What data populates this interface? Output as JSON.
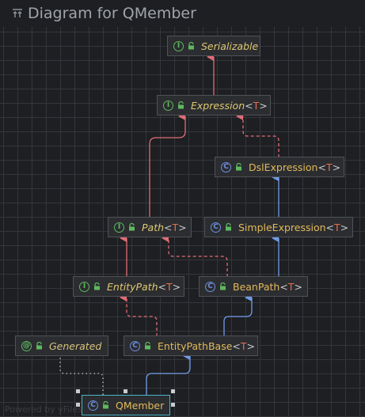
{
  "title": "Diagram for QMember",
  "footer": "Powered by yFiles",
  "colors": {
    "extends_interface": "#e06c75",
    "extends_class": "#6f9ce8",
    "annotation": "#a8abb0",
    "selected_border": "#4bb5c9"
  },
  "nodes": {
    "serializable": {
      "kind": "interface",
      "name": "Serializable"
    },
    "expression": {
      "kind": "interface",
      "name": "Expression",
      "type_param": "T"
    },
    "dsl_expression": {
      "kind": "class",
      "name": "DslExpression",
      "type_param": "T"
    },
    "path": {
      "kind": "interface",
      "name": "Path",
      "type_param": "T"
    },
    "simple_expression": {
      "kind": "class",
      "name": "SimpleExpression",
      "type_param": "T"
    },
    "entity_path": {
      "kind": "interface",
      "name": "EntityPath",
      "type_param": "T"
    },
    "bean_path": {
      "kind": "class",
      "name": "BeanPath",
      "type_param": "T"
    },
    "generated": {
      "kind": "annotation",
      "name": "Generated"
    },
    "entity_path_base": {
      "kind": "class",
      "name": "EntityPathBase",
      "type_param": "T"
    },
    "qmember": {
      "kind": "class",
      "name": "QMember",
      "selected": true
    }
  }
}
